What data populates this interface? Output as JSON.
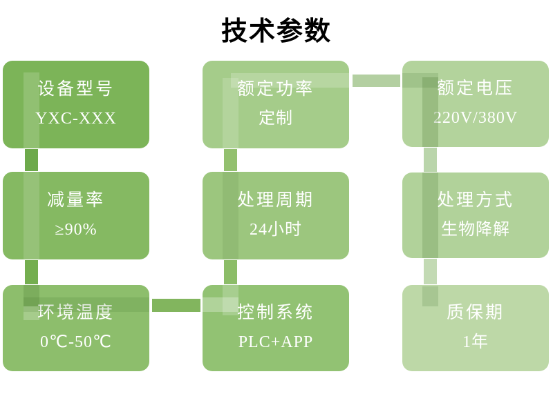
{
  "title": "技术参数",
  "cards": [
    {
      "label": "设备型号",
      "value": "YXC-XXX"
    },
    {
      "label": "额定功率",
      "value": "定制"
    },
    {
      "label": "额定电压",
      "value": "220V/380V"
    },
    {
      "label": "减量率",
      "value": "≥90%"
    },
    {
      "label": "处理周期",
      "value": "24小时"
    },
    {
      "label": "处理方式",
      "value": "生物降解"
    },
    {
      "label": "环境温度",
      "value": "0℃-50℃"
    },
    {
      "label": "控制系统",
      "value": "PLC+APP"
    },
    {
      "label": "质保期",
      "value": "1年"
    }
  ],
  "flow_order": [
    "设备型号",
    "减量率",
    "环境温度",
    "控制系统",
    "处理周期",
    "额定功率",
    "额定电压",
    "处理方式",
    "质保期"
  ],
  "colors": {
    "background": "#ffffff",
    "title_text": "#000000",
    "card_text": "#ffffff",
    "card_tints": [
      "#7CB458",
      "#A5CC8A",
      "#B3D39C",
      "#85B962",
      "#9CC67E",
      "#B1D29A",
      "#8DBE6C",
      "#92C273",
      "#BDD8A7"
    ],
    "connector_gap_tints": [
      "#6DA94B",
      "#74AE4F",
      "#82B55E",
      "#8CBD68",
      "#93C06F",
      "#B3CFA1",
      "#BAD5AB",
      "#C3DAB4"
    ]
  }
}
